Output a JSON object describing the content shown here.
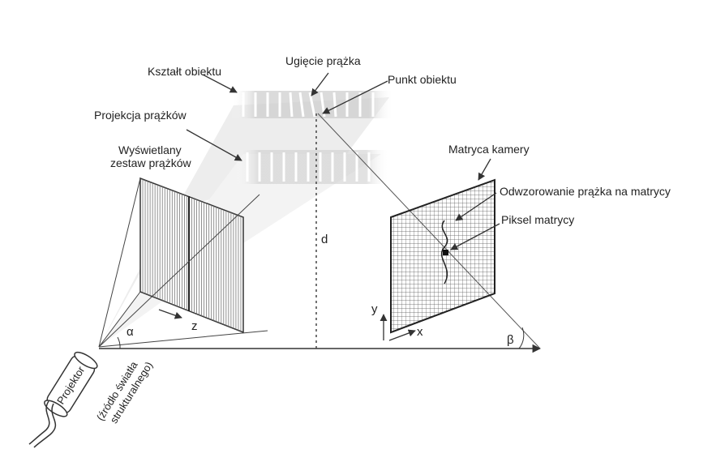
{
  "labels": {
    "ksztalt_obiektu": "Kształt obiektu",
    "ugiecie_prazka": "Ugięcie prążka",
    "punkt_obiektu": "Punkt obiektu",
    "projekcja_prazkow": "Projekcja prążków",
    "wyswietlany_line1": "Wyświetlany",
    "wyswietlany_line2": "zestaw prążków",
    "matryca_kamery": "Matryca kamery",
    "odwzorowanie": "Odwzorowanie  prążka na matrycy",
    "piksel_matrycy": "Piksel matrycy",
    "d": "d",
    "z": "z",
    "x": "x",
    "y": "y",
    "alpha": "α",
    "beta": "β",
    "projektor": "Projektor",
    "zrodlo_line1": "(źródło światła",
    "zrodlo_line2": "strukturalnego)"
  },
  "colors": {
    "line": "#333333",
    "light_beam": "#e6e6e6",
    "fringe_band": "#d0d0d0",
    "grid": "#555555"
  }
}
